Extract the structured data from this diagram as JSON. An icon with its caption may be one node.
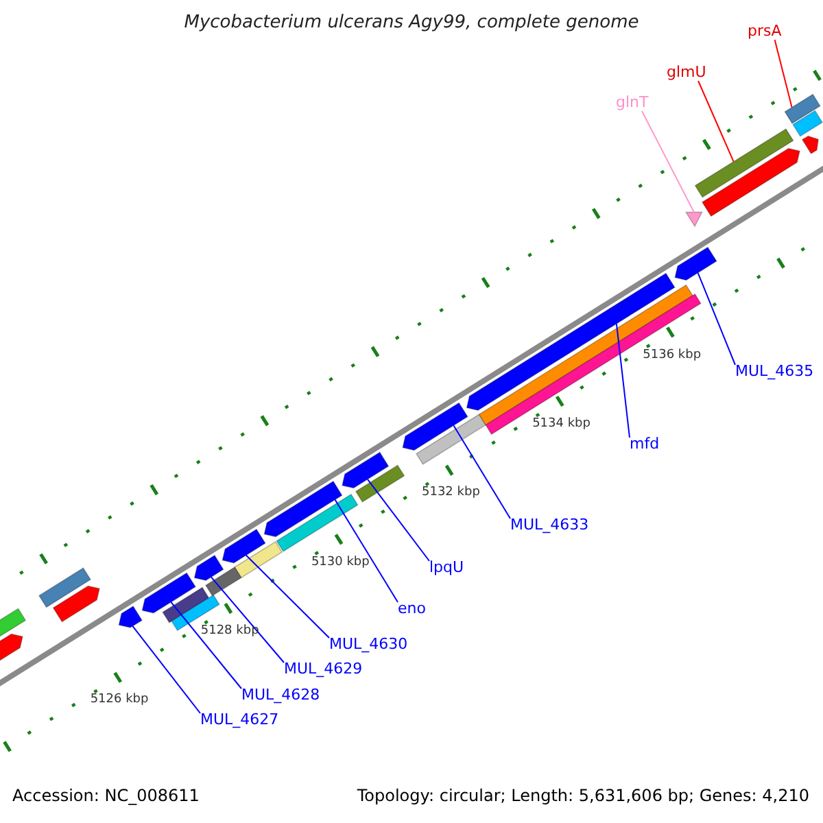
{
  "diagram": {
    "title": "Mycobacterium ulcerans Agy99, complete genome",
    "nodes": [
      {
        "text": [
          "glnT"
        ]
      },
      {
        "text": [
          "glmU"
        ]
      },
      {
        "text": [
          "prsA"
        ]
      },
      {
        "text": [
          "MUL_4635"
        ]
      },
      {
        "text": [
          "mfd"
        ]
      },
      {
        "text": [
          "MUL_4633"
        ]
      },
      {
        "text": [
          "lpqU"
        ]
      },
      {
        "text": [
          "eno"
        ]
      },
      {
        "text": [
          "MUL_4630"
        ]
      },
      {
        "text": [
          "MUL_4629"
        ]
      },
      {
        "text": [
          "MUL_4628"
        ]
      },
      {
        "text": [
          "MUL_4627"
        ]
      },
      {
        "text": [],
        "shape": "arrow"
      },
      {
        "text": [],
        "shape": "bar"
      },
      {
        "text": [],
        "shape": "bar"
      },
      {
        "text": [],
        "shape": "arrow"
      },
      {
        "text": [],
        "shape": "arrow"
      },
      {
        "text": [],
        "shape": "arrow"
      },
      {
        "text": [],
        "shape": "bar"
      },
      {
        "text": [],
        "shape": "bar"
      },
      {
        "text": [],
        "shape": "arrow"
      },
      {
        "text": [],
        "shape": "bar"
      },
      {
        "text": [],
        "shape": "arrow"
      },
      {
        "text": [],
        "shape": "bar"
      },
      {
        "text": [],
        "shape": "arrow"
      },
      {
        "text": [],
        "shape": "bar"
      },
      {
        "text": [],
        "shape": "arrow"
      },
      {
        "text": [],
        "shape": "bar"
      },
      {
        "text": [],
        "shape": "arrow"
      },
      {
        "text": [],
        "shape": "bar"
      },
      {
        "text": [],
        "shape": "arrow"
      },
      {
        "text": [],
        "shape": "bar"
      },
      {
        "text": [],
        "shape": "bar"
      },
      {
        "text": [],
        "shape": "arrow"
      },
      {
        "text": [],
        "shape": "triangle"
      },
      {
        "text": [],
        "shape": "arrow"
      },
      {
        "text": [],
        "shape": "bar"
      },
      {
        "text": [],
        "shape": "arrow"
      },
      {
        "text": [],
        "shape": "bar"
      },
      {
        "text": [],
        "shape": "bar"
      }
    ],
    "edges": [
      {
        "from": 11,
        "to": 16,
        "arrow": "none"
      },
      {
        "from": 10,
        "to": 17,
        "arrow": "none"
      },
      {
        "from": 9,
        "to": 20,
        "arrow": "none"
      },
      {
        "from": 8,
        "to": 22,
        "arrow": "none"
      },
      {
        "from": 7,
        "to": 24,
        "arrow": "none"
      },
      {
        "from": 6,
        "to": 26,
        "arrow": "none"
      },
      {
        "from": 5,
        "to": 28,
        "arrow": "none"
      },
      {
        "from": 4,
        "to": 30,
        "arrow": "none"
      },
      {
        "from": 3,
        "to": 33,
        "arrow": "none"
      },
      {
        "from": 0,
        "to": 34,
        "arrow": "none",
        "color": "#ff99cc"
      },
      {
        "from": 1,
        "to": 36,
        "arrow": "none",
        "color": "#ff0000"
      },
      {
        "from": 2,
        "to": 39,
        "arrow": "none",
        "color": "#ff0000"
      }
    ],
    "labels": [
      "5126 kbp",
      "5128 kbp",
      "5130 kbp",
      "5132 kbp",
      "5134 kbp",
      "5136 kbp",
      "Accession: NC_008611",
      "Topology: circular; Length: 5,631,606 bp; Genes: 4,210"
    ]
  }
}
